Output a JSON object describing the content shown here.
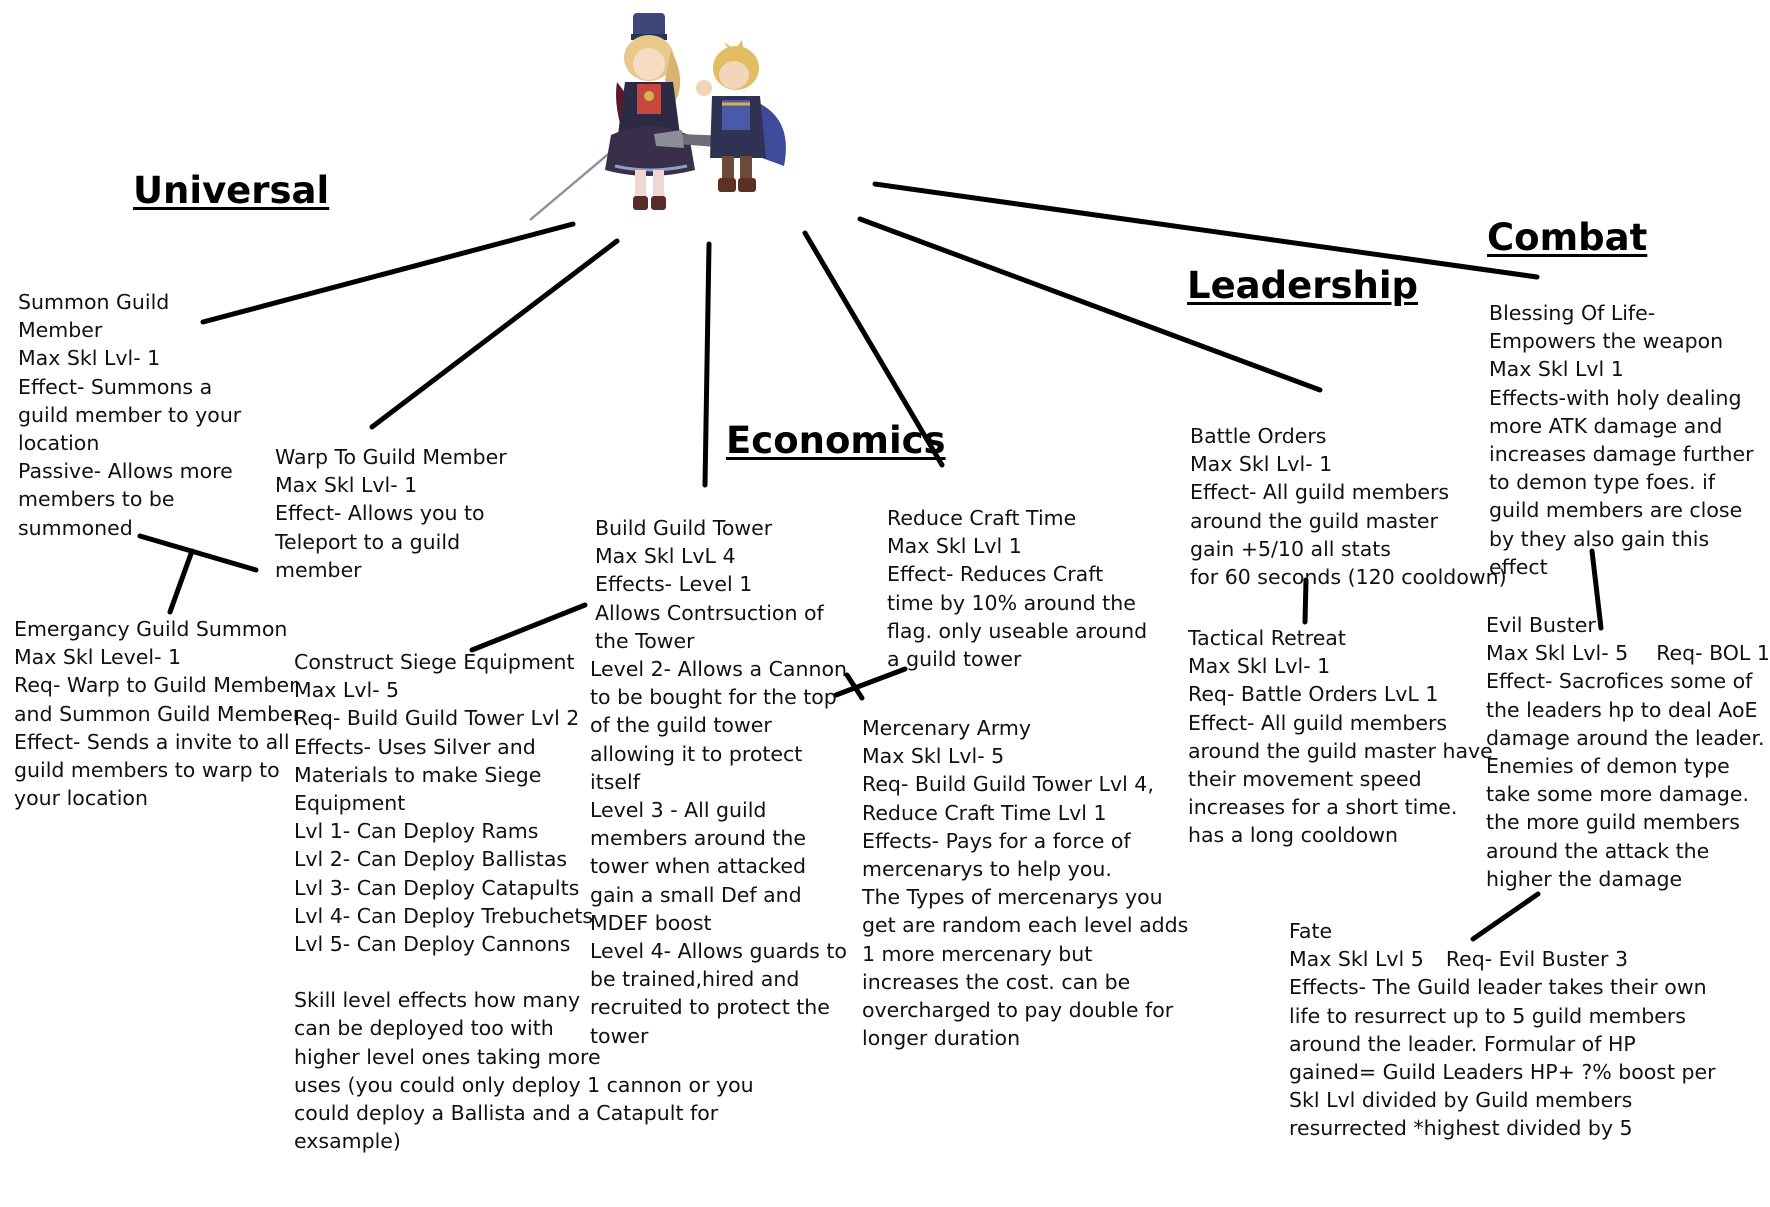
{
  "headings": {
    "universal": "Universal",
    "economics": "Economics",
    "leadership": "Leadership",
    "combat": "Combat"
  },
  "characters": [
    "swordswoman-sprite",
    "swordsman-sprite"
  ],
  "skills": {
    "summon_guild_member": {
      "lines": [
        "Summon Guild",
        "Member",
        "Max Skl Lvl- 1",
        "Effect- Summons a",
        "guild member to your",
        "location",
        "Passive- Allows more",
        "members to be",
        "summoned"
      ]
    },
    "warp_to_guild_member": {
      "lines": [
        "Warp To Guild Member",
        "Max Skl Lvl- 1",
        "Effect- Allows you to",
        "Teleport to a guild",
        "member"
      ]
    },
    "emergancy_guild_summon": {
      "lines": [
        "Emergancy Guild Summon",
        "Max Skl Level- 1",
        "Req- Warp to Guild Member",
        "and Summon Guild Member",
        "Effect- Sends a invite to all",
        "guild members to warp to",
        "your location"
      ]
    },
    "build_guild_tower": {
      "lines": [
        "Build Guild Tower",
        "Max Skl LvL 4",
        "Effects- Level 1",
        "Allows Contrsuction of",
        "the Tower"
      ]
    },
    "build_guild_tower_levels": {
      "lines": [
        "Level 2- Allows a Cannon",
        "to be bought for the top",
        "of the guild tower",
        "allowing it to protect",
        "itself",
        "Level 3 - All guild",
        "members around the",
        "tower when attacked",
        "gain a small Def and",
        "MDEF boost",
        "Level 4- Allows guards to",
        "be trained,hired and",
        "recruited to protect the",
        "tower"
      ]
    },
    "construct_siege_equipment": {
      "lines": [
        "Construct Siege Equipment",
        "Max Lvl- 5",
        "Req- Build Guild Tower Lvl 2",
        "Effects- Uses Silver and",
        "Materials to make  Siege",
        "Equipment",
        "Lvl 1- Can Deploy Rams",
        "Lvl 2- Can Deploy Ballistas",
        "Lvl 3- Can Deploy Catapults",
        "Lvl 4- Can Deploy Trebuchets",
        "Lvl 5- Can Deploy Cannons"
      ],
      "note_lines": [
        "Skill level effects how many",
        "can be deployed too with",
        "higher level ones taking more",
        "uses (you could only deploy 1 cannon or you",
        "could deploy a Ballista and a Catapult for",
        "exsample)"
      ]
    },
    "reduce_craft_time": {
      "lines": [
        "Reduce Craft Time",
        "Max Skl Lvl 1",
        "Effect- Reduces Craft",
        "time by 10% around the",
        "flag. only useable around",
        "a guild tower"
      ]
    },
    "mercenary_army": {
      "lines": [
        "Mercenary Army",
        "Max Skl Lvl- 5",
        "Req- Build Guild Tower Lvl 4,",
        "Reduce Craft Time Lvl 1",
        "Effects- Pays for a force of",
        "mercenarys to help you.",
        "The Types of mercenarys you",
        "get are random each level adds",
        "1 more mercenary but",
        "increases the cost. can be",
        "overcharged to pay double for",
        "longer duration"
      ]
    },
    "battle_orders": {
      "lines": [
        "Battle Orders",
        "Max Skl Lvl- 1",
        "Effect- All guild members",
        "around the guild master",
        "gain +5/10 all stats",
        "for 60 seconds (120 cooldown)"
      ]
    },
    "tactical_retreat": {
      "lines": [
        "Tactical Retreat",
        "Max Skl Lvl- 1",
        "Req- Battle Orders LvL 1",
        "Effect- All guild members",
        "around the guild master have",
        "their movement speed",
        "increases for a short time.",
        "has a long cooldown"
      ]
    },
    "blessing_of_life": {
      "lines": [
        "Blessing Of Life-",
        "Empowers the weapon",
        "Max Skl Lvl 1",
        "Effects-with holy dealing",
        "more ATK damage and",
        "increases damage further",
        "to demon type foes. if",
        "guild members are close",
        "by they also gain this",
        "effect"
      ]
    },
    "evil_buster": {
      "first_line": "Evil Buster",
      "max_level": "Max Skl Lvl- 5",
      "requirement": "Req- BOL 1",
      "lines": [
        "Effect- Sacrofices some of",
        "the leaders hp to deal AoE",
        "damage around the leader.",
        "Enemies of demon type",
        "take some more damage.",
        "the more guild members",
        "around the attack the",
        "higher the damage"
      ]
    },
    "fate": {
      "first_line": "Fate",
      "max_level": "Max Skl Lvl 5",
      "requirement": "Req- Evil Buster 3",
      "lines": [
        "Effects- The Guild leader takes their own",
        "life to resurrect up to 5 guild members",
        "around the leader. Formular of HP",
        "gained= Guild Leaders HP+ ?% boost per",
        "Skl Lvl divided by Guild members",
        "resurrected *highest divided by 5"
      ]
    }
  }
}
